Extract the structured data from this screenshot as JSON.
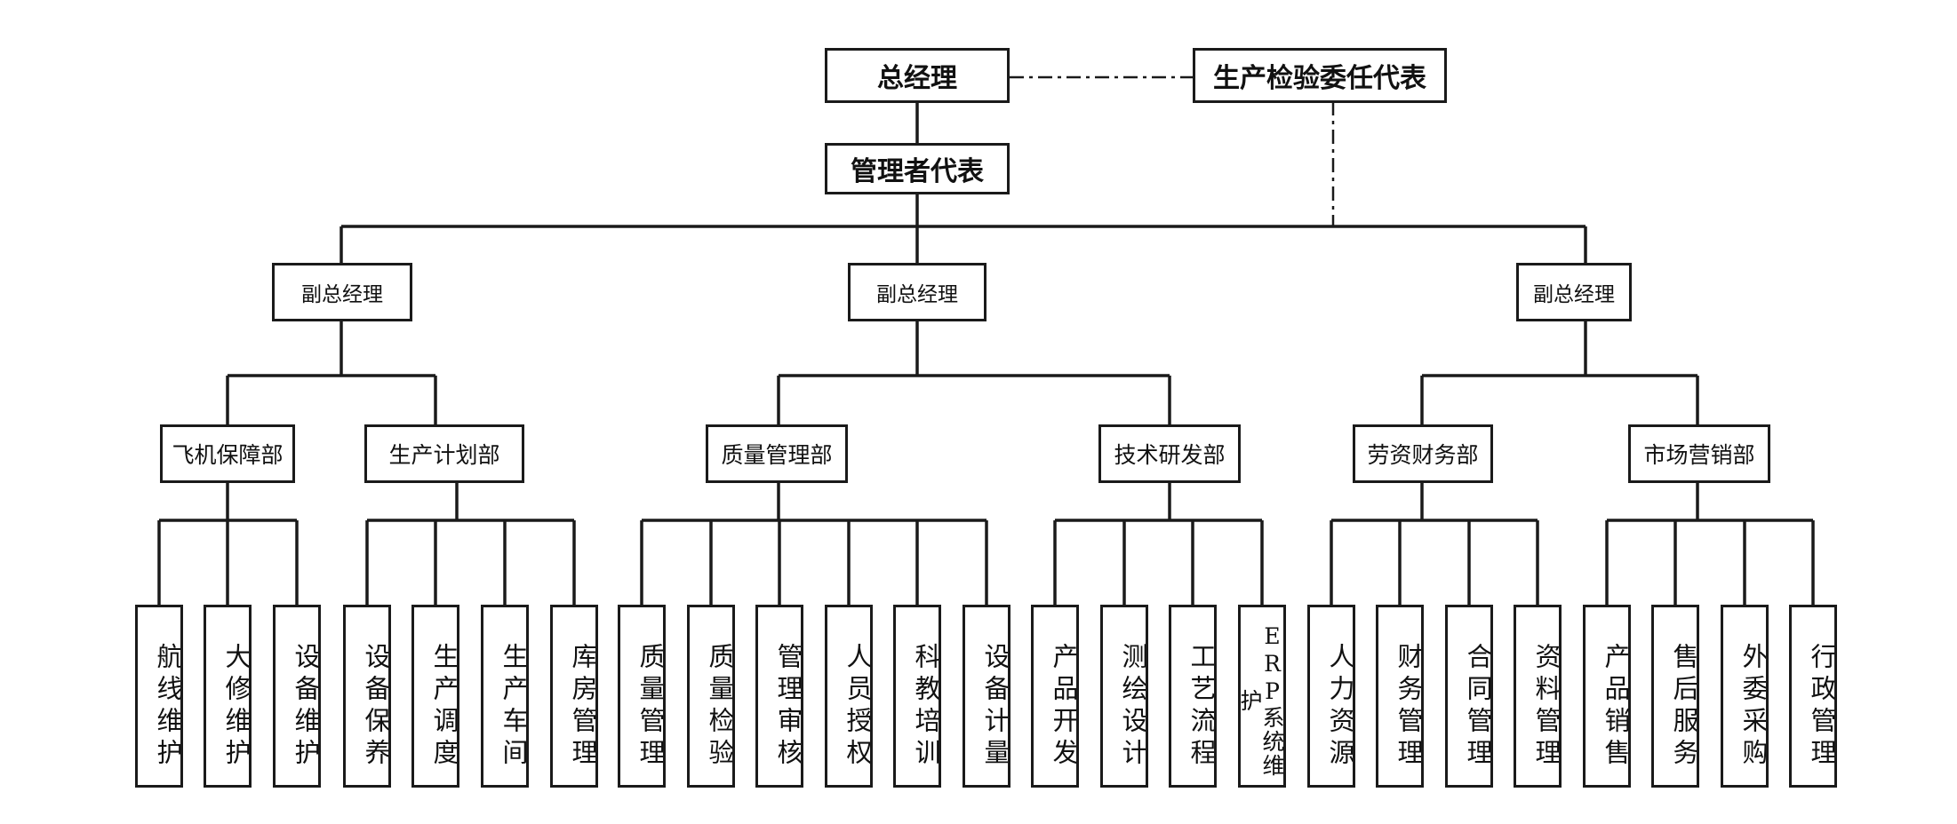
{
  "chart": {
    "general_manager": "总经理",
    "inspection_rep": "生产检验委任代表",
    "mgmt_rep": "管理者代表",
    "vps": [
      "副总经理",
      "副总经理",
      "副总经理"
    ],
    "depts": [
      "飞机保障部",
      "生产计划部",
      "质量管理部",
      "技术研发部",
      "劳资财务部",
      "市场营销部"
    ],
    "units": [
      [
        "航线维护",
        "大修维护",
        "设备维护"
      ],
      [
        "设备保养",
        "生产调度",
        "生产车间",
        "库房管理"
      ],
      [
        "质量管理",
        "质量检验",
        "管理审核",
        "人员授权",
        "科教培训",
        "设备计量"
      ],
      [
        "产品开发",
        "测绘设计",
        "工艺流程",
        "ERP系统维护"
      ],
      [
        "人力资源",
        "财务管理",
        "合同管理",
        "资料管理"
      ],
      [
        "产品销售",
        "售后服务",
        "外委采购",
        "行政管理"
      ]
    ]
  }
}
